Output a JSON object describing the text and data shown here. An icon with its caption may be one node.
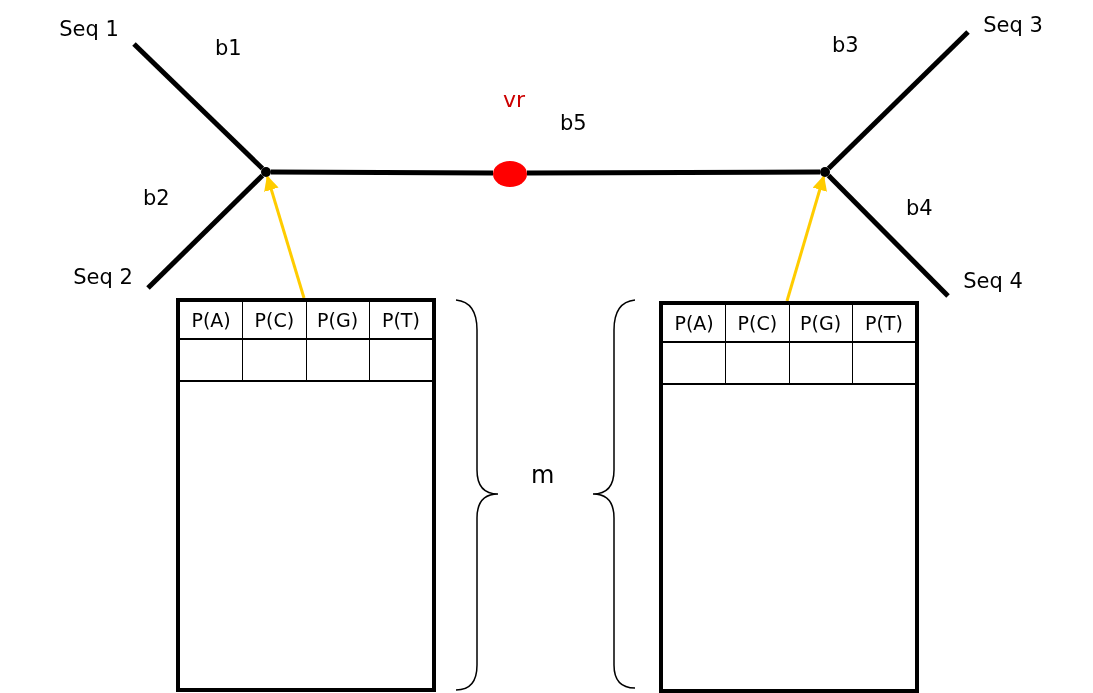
{
  "diagram": {
    "nodes": [
      {
        "text": [
          "Seq 1"
        ]
      },
      {
        "text": [
          "Seq 2"
        ]
      },
      {
        "text": [
          "Seq 3"
        ]
      },
      {
        "text": [
          "Seq 4"
        ]
      },
      {
        "text": [],
        "shape": "point"
      },
      {
        "text": [],
        "shape": "point"
      },
      {
        "text": [
          "vr"
        ]
      },
      {
        "text": [
          "P(A)",
          "P(C)",
          "P(G)",
          "P(T)"
        ]
      },
      {
        "text": [
          "P(A)",
          "P(C)",
          "P(G)",
          "P(T)"
        ]
      }
    ],
    "edges": [
      {
        "from": 0,
        "to": 4,
        "arrow": "none",
        "label": "b1"
      },
      {
        "from": 1,
        "to": 4,
        "arrow": "none",
        "label": "b2"
      },
      {
        "from": 4,
        "to": 6,
        "arrow": "none"
      },
      {
        "from": 6,
        "to": 5,
        "arrow": "none",
        "label": "b5"
      },
      {
        "from": 5,
        "to": 2,
        "arrow": "none",
        "label": "b3"
      },
      {
        "from": 5,
        "to": 3,
        "arrow": "none",
        "label": "b4"
      },
      {
        "from": 7,
        "to": 4,
        "arrow": "to",
        "color": "#ffcc00"
      },
      {
        "from": 8,
        "to": 5,
        "arrow": "to",
        "color": "#ffcc00"
      }
    ],
    "labels": [
      "m"
    ]
  }
}
